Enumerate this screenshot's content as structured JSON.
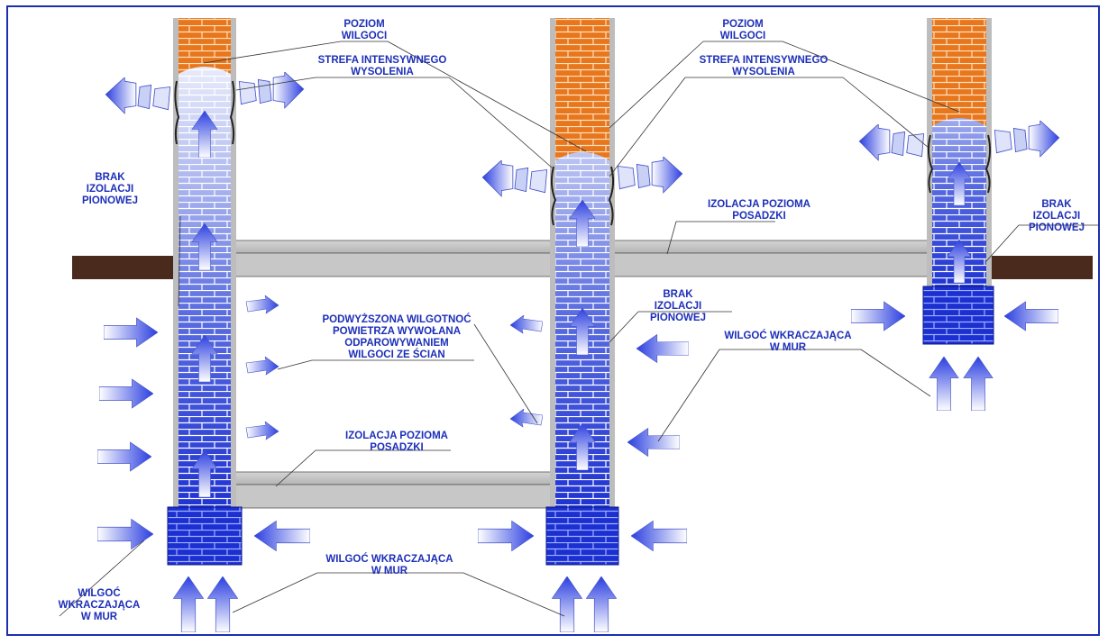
{
  "labels": {
    "poziom_wilgoci_left": [
      "POZIOM",
      "WILGOCI"
    ],
    "poziom_wilgoci_right": [
      "POZIOM",
      "WILGOCI"
    ],
    "strefa_left": [
      "STREFA INTENSYWNEGO",
      "WYSOLENIA"
    ],
    "strefa_right": [
      "STREFA INTENSYWNEGO",
      "WYSOLENIA"
    ],
    "brak_izolacji_left": [
      "BRAK",
      "IZOLACJI",
      "PIONOWEJ"
    ],
    "brak_izolacji_right": [
      "BRAK",
      "IZOLACJI",
      "PIONOWEJ"
    ],
    "brak_izolacji_middle": [
      "BRAK",
      "IZOLACJI",
      "PIONOWEJ"
    ],
    "izolacja_upper": [
      "IZOLACJA POZIOMA",
      "POSADZKI"
    ],
    "izolacja_lower": [
      "IZOLACJA POZIOMA",
      "POSADZKI"
    ],
    "podwyzszona": [
      "PODWYŻSZONA WILGOTNOĆ",
      "POWIETRZA WYWOŁANA",
      "ODPAROWYWANIEM",
      "WILGOCI ZE ŚCIAN"
    ],
    "wilgoc_middle_bottom": [
      "WILGOĆ WKRACZAJĄCA",
      "W MUR"
    ],
    "wilgoc_right": [
      "WILGOĆ WKRACZAJĄCA",
      "W MUR"
    ],
    "wilgoc_left_bottom": [
      "WILGOĆ",
      "WKRACZAJĄCA",
      "W MUR"
    ]
  },
  "colors": {
    "frame": "#1c2fb0",
    "wet_brick": "#1c2fd0",
    "dry_brick": "#e8761c",
    "label_text": "#1d2fb8",
    "ground": "#4b2a1e",
    "slab": "#c4c4c4"
  }
}
